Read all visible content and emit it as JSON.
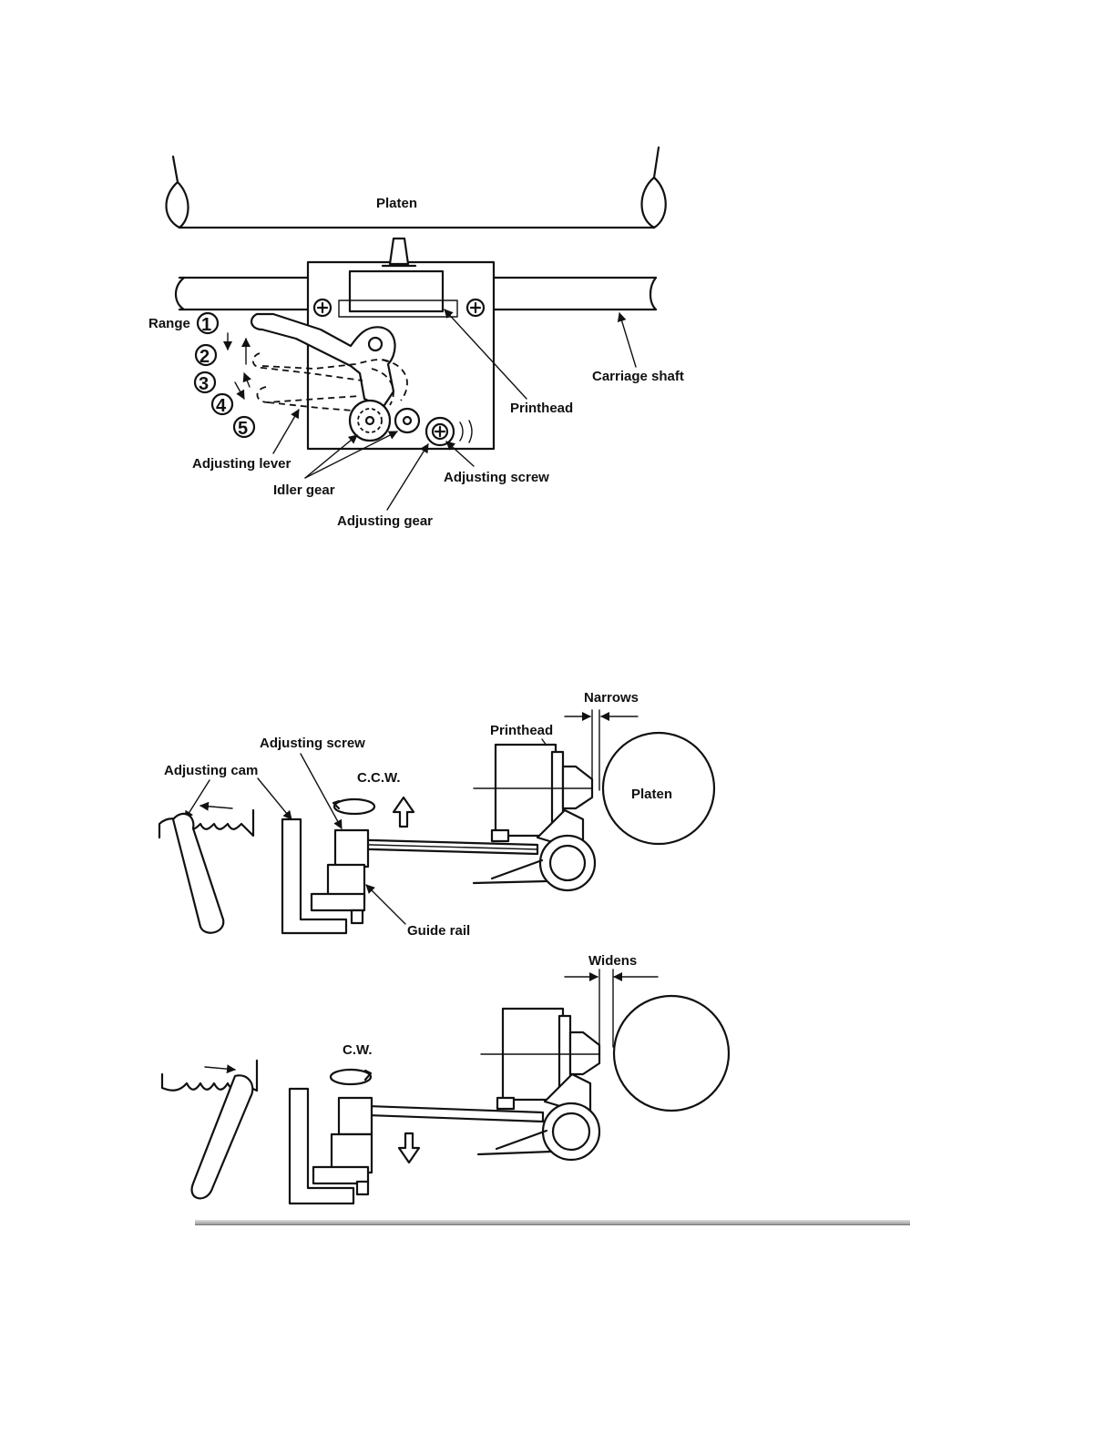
{
  "figure_top": {
    "platen": "Platen",
    "range": "Range",
    "range_numbers": [
      "1",
      "2",
      "3",
      "4",
      "5"
    ],
    "carriage_shaft": "Carriage shaft",
    "printhead": "Printhead",
    "adjusting_lever": "Adjusting lever",
    "idler_gear": "Idler gear",
    "adjusting_screw": "Adjusting screw",
    "adjusting_gear": "Adjusting gear"
  },
  "figure_middle": {
    "narrows": "Narrows",
    "printhead": "Printhead",
    "adjusting_screw": "Adjusting screw",
    "adjusting_cam": "Adjusting cam",
    "ccw": "C.C.W.",
    "platen": "Platen",
    "guide_rail": "Guide rail"
  },
  "figure_bottom": {
    "widens": "Widens",
    "cw": "C.W."
  }
}
